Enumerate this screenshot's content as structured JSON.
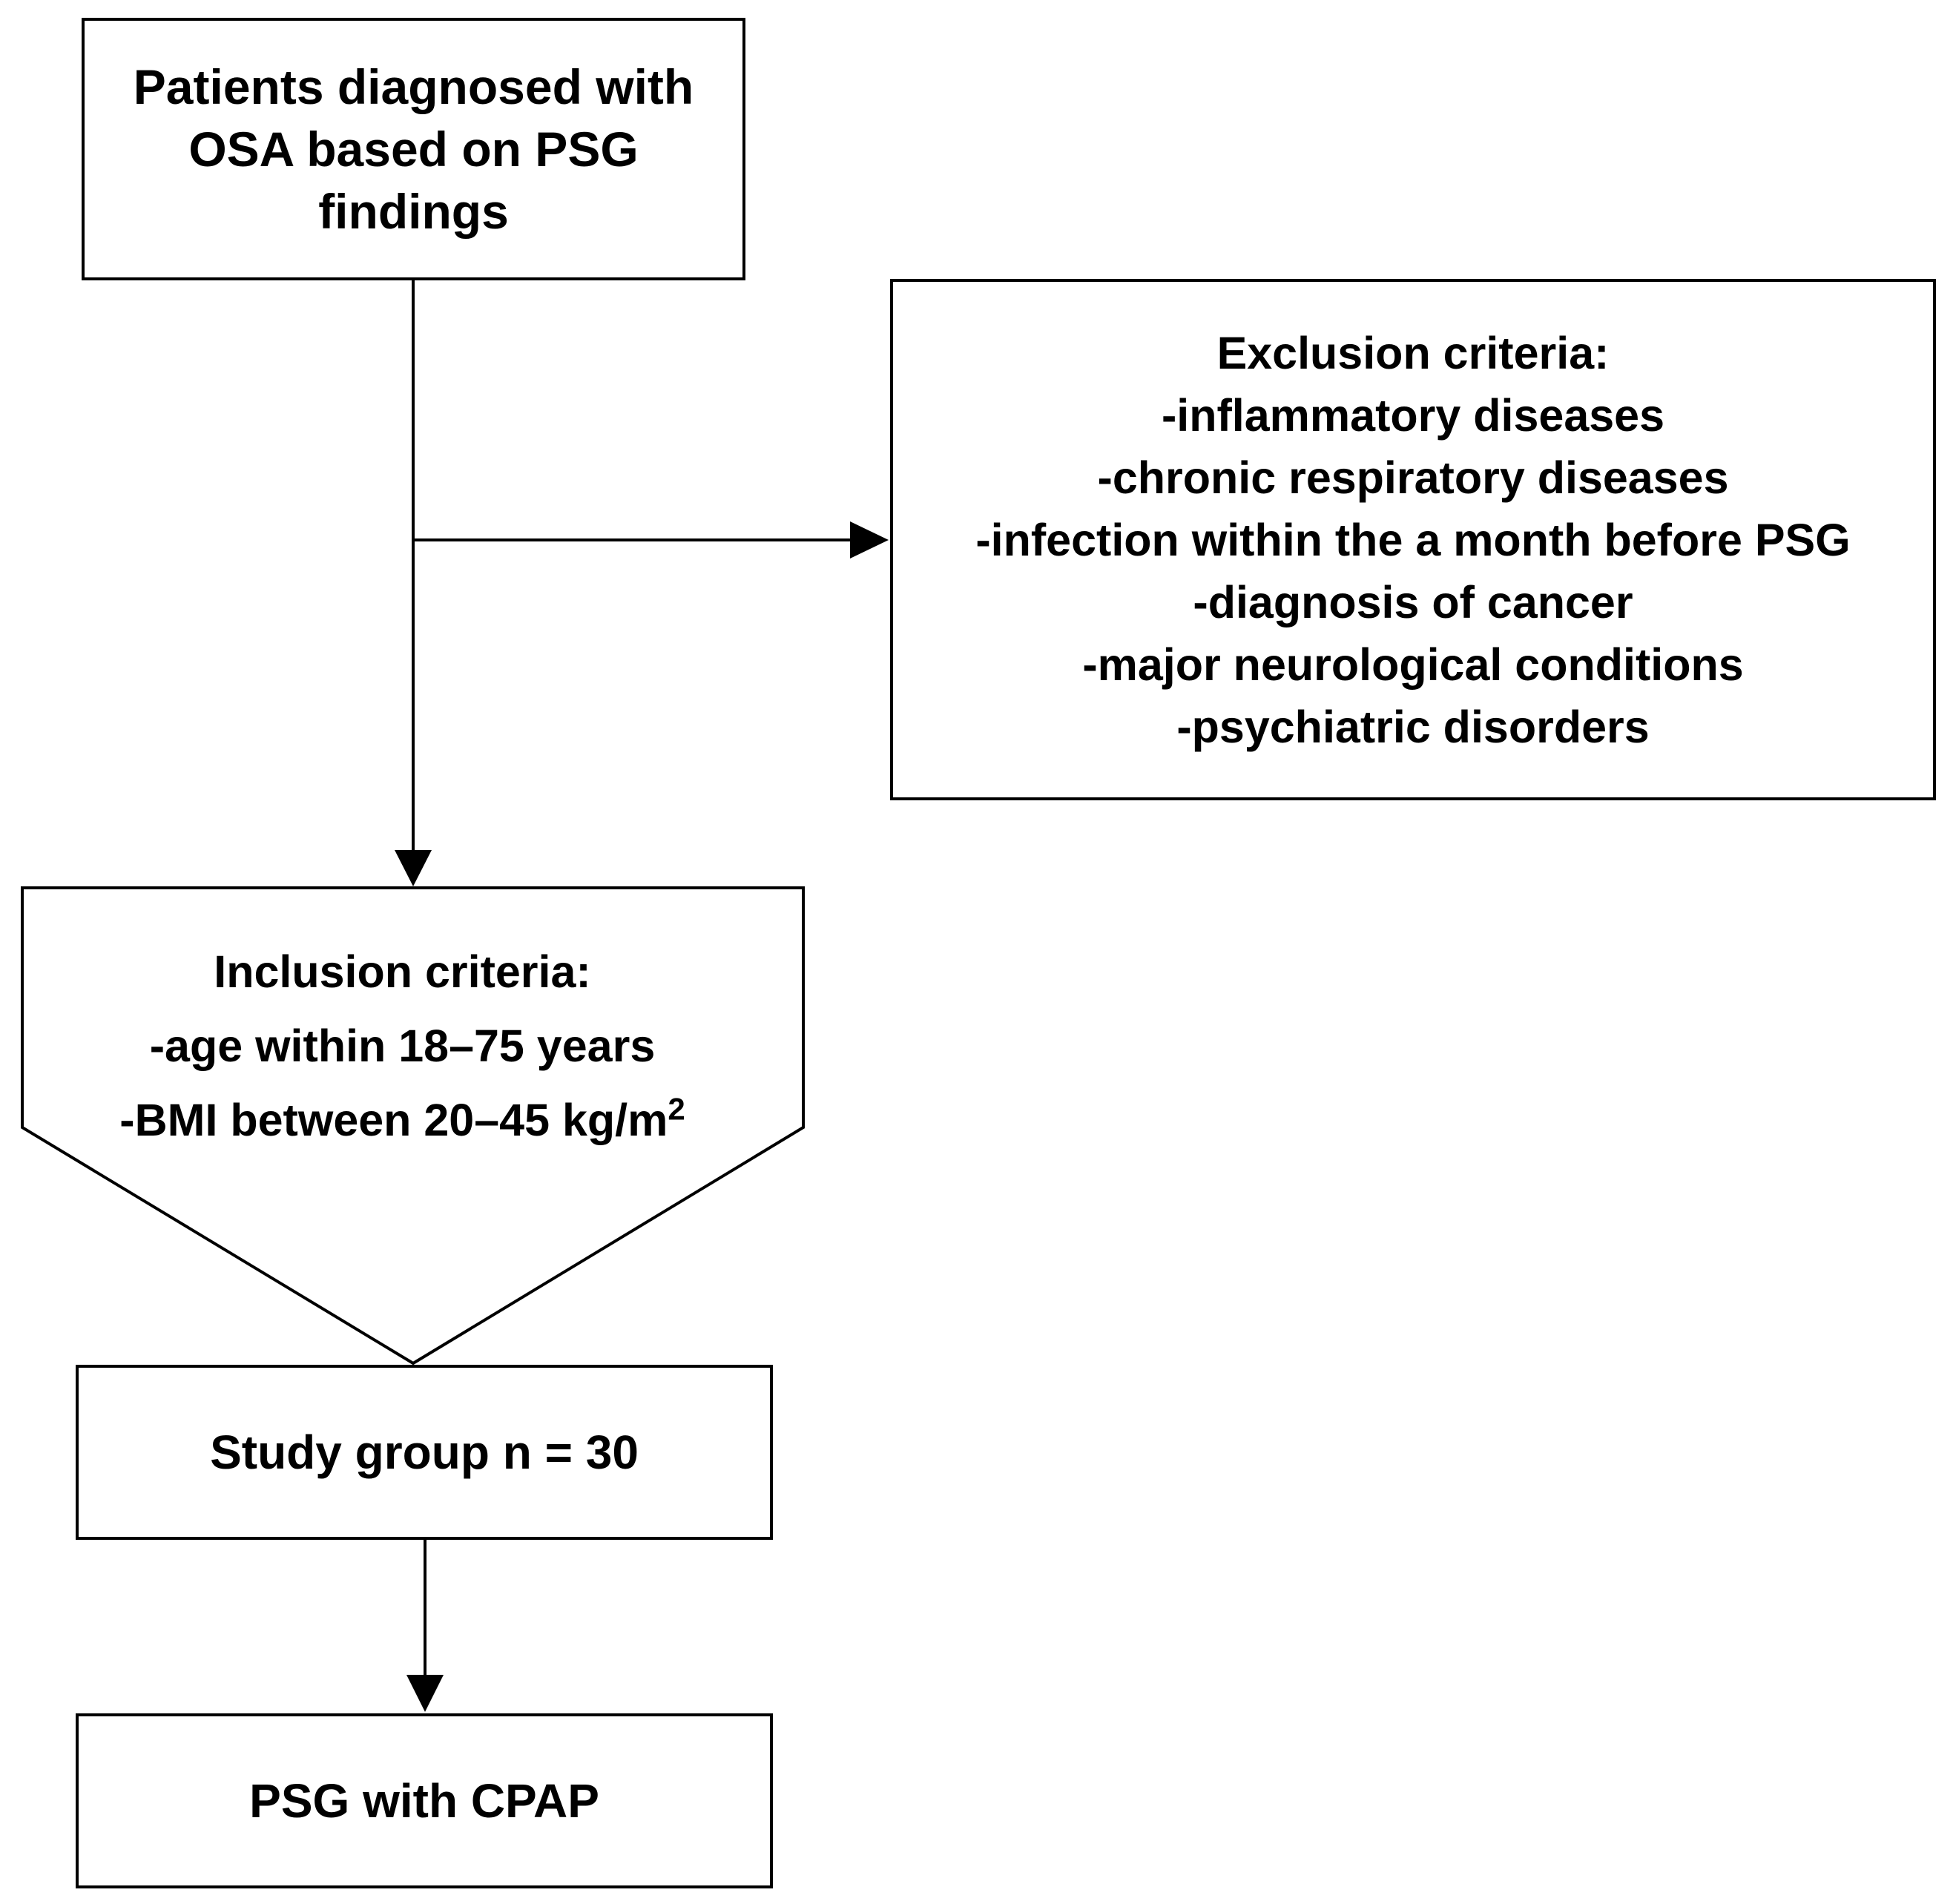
{
  "boxes": {
    "patients": {
      "lines": [
        "Patients diagnosed with",
        "OSA based on PSG",
        "findings"
      ]
    },
    "exclusion": {
      "heading": "Exclusion criteria:",
      "items": [
        "-inflammatory diseases",
        "-chronic respiratory diseases",
        "-infection within the a month before PSG",
        "-diagnosis of cancer",
        "-major neurological conditions",
        "-psychiatric disorders"
      ]
    },
    "inclusion": {
      "heading": "Inclusion criteria:",
      "age": "-age within 18–75 years",
      "bmi": "-BMI between 20–45 kg/m",
      "bmi_superscript": "2"
    },
    "study_group": {
      "label": "Study group n = 30"
    },
    "cpap": {
      "label": "PSG with CPAP"
    }
  }
}
